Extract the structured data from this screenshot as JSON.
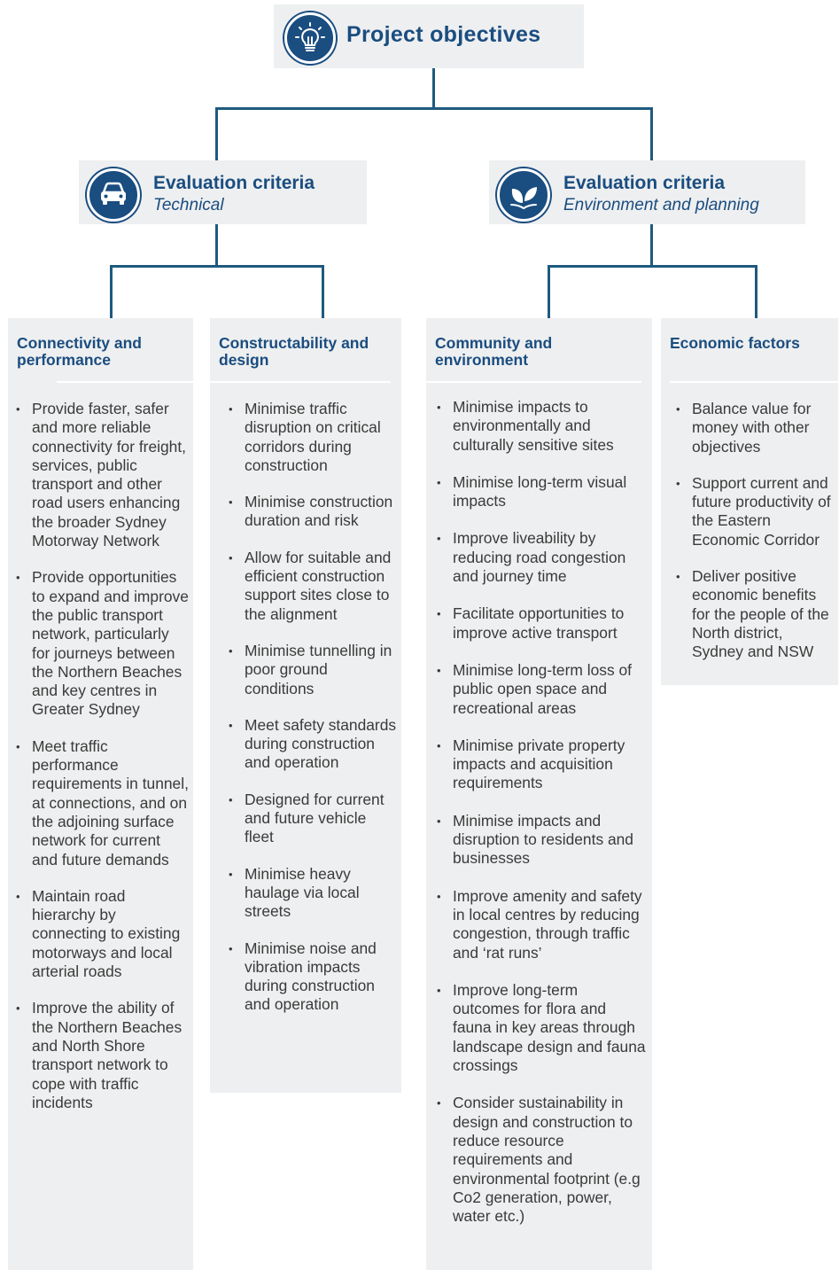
{
  "top": {
    "title": "Project objectives",
    "icon": "lightbulb-icon"
  },
  "criteria": [
    {
      "title": "Evaluation criteria",
      "subtitle": "Technical",
      "icon": "car-icon"
    },
    {
      "title": "Evaluation criteria",
      "subtitle": "Environment and planning",
      "icon": "leaf-icon"
    }
  ],
  "columns": [
    {
      "title": "Connectivity and performance",
      "items": [
        "Provide faster, safer and more reliable connectivity for freight, services, public transport and other road users enhancing the broader Sydney Motorway Network",
        "Provide opportunities to expand and improve the public transport network, particularly for journeys between the Northern Beaches and key centres in Greater Sydney",
        "Meet traffic performance requirements in tunnel, at connections, and on the adjoining surface network for current and future demands",
        "Maintain road hierarchy by connecting to existing motorways and local arterial roads",
        "Improve the ability of the Northern Beaches and North Shore transport network to cope with traffic incidents"
      ]
    },
    {
      "title": "Constructability and design",
      "items": [
        "Minimise traffic disruption on critical corridors during construction",
        "Minimise construction duration and risk",
        "Allow for suitable and efficient construction support sites close to the alignment",
        "Minimise tunnelling in poor ground conditions",
        "Meet safety standards during construction and operation",
        "Designed for current and future vehicle fleet",
        "Minimise heavy haulage via local streets",
        "Minimise noise and vibration impacts during construction and operation"
      ]
    },
    {
      "title": "Community and environment",
      "items": [
        "Minimise impacts to environmentally and culturally sensitive sites",
        "Minimise long-term visual impacts",
        "Improve liveability by reducing road congestion and journey time",
        "Facilitate opportunities to improve active transport",
        "Minimise long-term loss of public open space and recreational areas",
        "Minimise private property impacts and acquisition requirements",
        "Minimise impacts and disruption to residents and businesses",
        "Improve amenity and safety in local centres by reducing congestion, through traffic and ‘rat runs’",
        "Improve long-term outcomes for flora and fauna in key areas through landscape design and fauna crossings",
        "Consider sustainability in design and construction to reduce  resource requirements and environmental footprint (e.g Co2 generation, power, water etc.)"
      ]
    },
    {
      "title": "Economic factors",
      "items": [
        "Balance value for money with other objectives",
        "Support current and future productivity of the Eastern Economic Corridor",
        "Deliver positive economic benefits for the people of the North district, Sydney and NSW"
      ]
    }
  ]
}
